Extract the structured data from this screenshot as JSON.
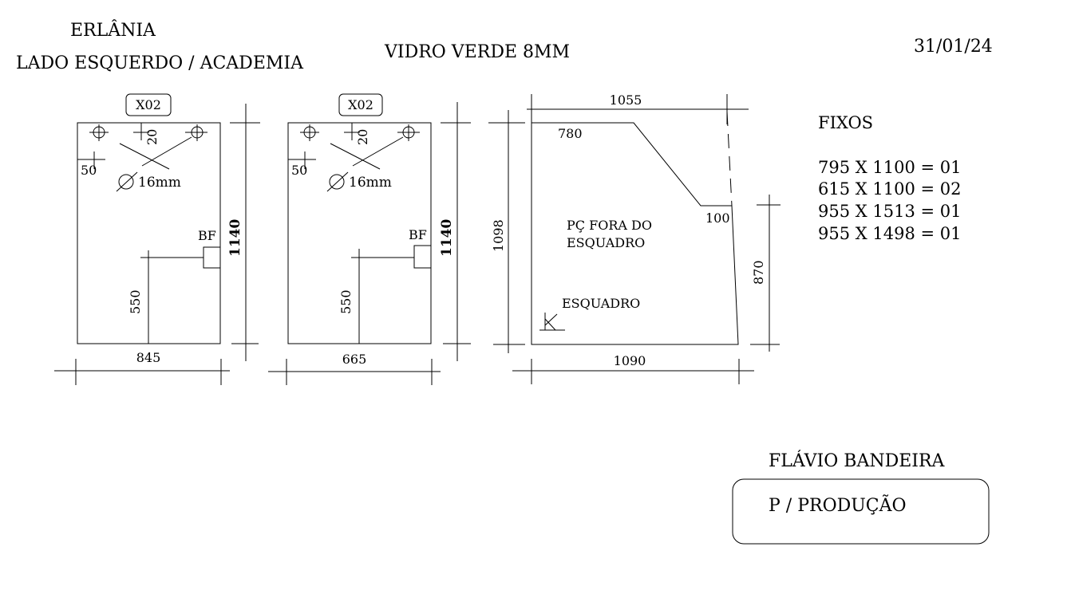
{
  "header": {
    "client": "ERLÂNIA",
    "location": "LADO ESQUERDO / ACADEMIA",
    "material": "VIDRO VERDE 8MM",
    "date": "31/01/24"
  },
  "panels": [
    {
      "tag": "X02",
      "width": "845",
      "height": "1140",
      "hole_offset_top": "20",
      "hole_offset_side": "50",
      "hole_diameter": "16mm",
      "fitting": "BF",
      "fitting_height": "550"
    },
    {
      "tag": "X02",
      "width": "665",
      "height": "1140",
      "hole_offset_top": "20",
      "hole_offset_side": "50",
      "hole_diameter": "16mm",
      "fitting": "BF",
      "fitting_height": "550"
    }
  ],
  "irregular": {
    "top": "1055",
    "top_straight": "780",
    "bottom": "1090",
    "left": "1098",
    "right": "870",
    "cut": "100",
    "note_line1": "PÇ FORA DO",
    "note_line2": "ESQUADRO",
    "square_label": "ESQUADRO"
  },
  "fixos": {
    "title": "FIXOS",
    "items": [
      "795 X 1100 = 01",
      "615 X 1100 = 02",
      "955 X 1513 = 01",
      "955 X 1498 = 01"
    ]
  },
  "footer": {
    "name": "FLÁVIO BANDEIRA",
    "status": "P  /  PRODUÇÃO"
  }
}
